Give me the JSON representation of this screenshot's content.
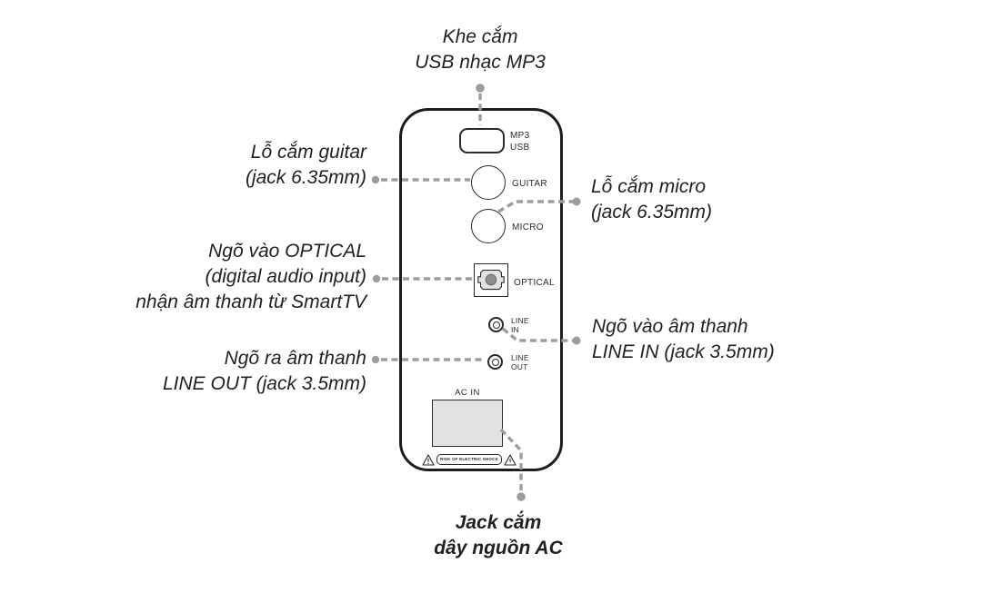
{
  "callouts": {
    "usb": {
      "line1": "Khe cắm",
      "line2": "USB nhạc MP3"
    },
    "guitar": {
      "line1": "Lỗ cắm guitar",
      "line2": "(jack 6.35mm)"
    },
    "micro": {
      "line1": "Lỗ cắm micro",
      "line2": "(jack 6.35mm)"
    },
    "optical": {
      "line1": "Ngõ vào OPTICAL",
      "line2": "(digital audio input)",
      "line3": "nhận âm thanh từ SmartTV"
    },
    "line_in": {
      "line1": "Ngõ vào âm thanh",
      "line2": "LINE IN (jack 3.5mm)"
    },
    "line_out": {
      "line1": "Ngõ ra âm thanh",
      "line2": "LINE OUT (jack 3.5mm)"
    },
    "ac": {
      "line1": "Jack cắm",
      "line2": "dây nguồn AC"
    }
  },
  "panel": {
    "usb": {
      "line1": "MP3",
      "line2": "USB"
    },
    "guitar": {
      "label": "GUITAR"
    },
    "micro": {
      "label": "MICRO"
    },
    "optical": {
      "label": "OPTICAL"
    },
    "line_in": {
      "line1": "LINE",
      "line2": "IN"
    },
    "line_out": {
      "line1": "LINE",
      "line2": "OUT"
    },
    "ac": {
      "label": "AC IN",
      "warning": "RISK OF ELECTRIC SHOCK"
    }
  },
  "colors": {
    "text": "#231f20",
    "connector": "#9d9d9d",
    "panel_border": "#1d1d1b",
    "inlet_fill": "#e2e2e2",
    "optical_center": "#8d8d8d"
  }
}
